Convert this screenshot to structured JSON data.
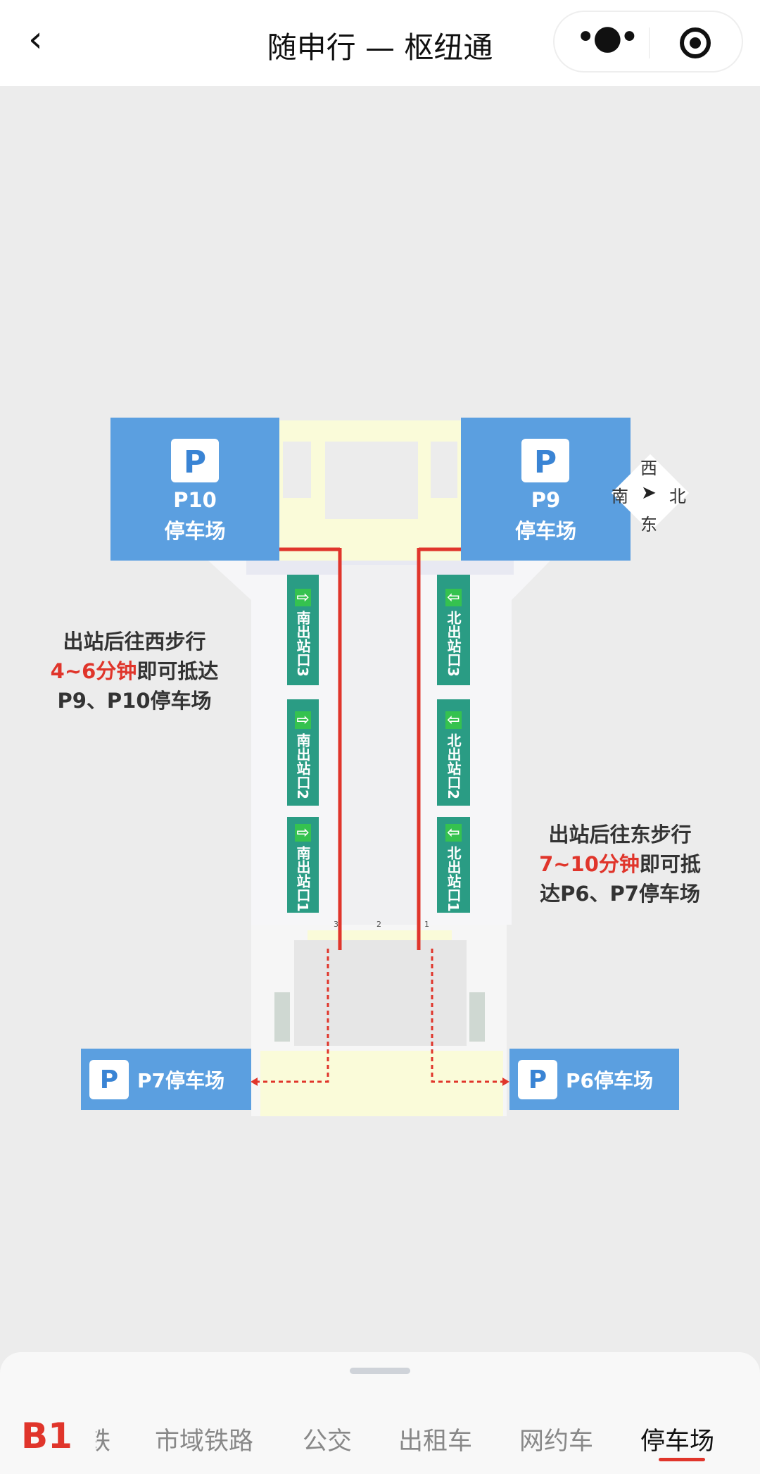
{
  "header": {
    "title": "随申行 — 枢纽通",
    "back_icon": "chevron-left-icon",
    "more_icon": "more-dots-icon",
    "close_icon": "target-icon"
  },
  "map": {
    "parking": {
      "p10": {
        "code": "P10",
        "label": "停车场"
      },
      "p9": {
        "code": "P9",
        "label": "停车场"
      },
      "p7": {
        "label": "P7停车场"
      },
      "p6": {
        "label": "P6停车场"
      },
      "icon_letter": "P"
    },
    "compass": {
      "west": "西",
      "south": "南",
      "north": "北",
      "east": "东"
    },
    "exits": {
      "south": [
        {
          "label": "南出站口3"
        },
        {
          "label": "南出站口2"
        },
        {
          "label": "南出站口1"
        }
      ],
      "north": [
        {
          "label": "北出站口3"
        },
        {
          "label": "北出站口2"
        },
        {
          "label": "北出站口1"
        }
      ]
    },
    "gates": [
      "3",
      "2",
      "1"
    ],
    "notes": {
      "west": {
        "pre": "出站后往西步行",
        "time": "4~6分钟",
        "post": "即可抵达P9、P10停车场"
      },
      "east": {
        "pre": "出站后往东步行",
        "time": "7~10分钟",
        "post": "即可抵达P6、P7停车场"
      }
    },
    "colors": {
      "parking": "#5b9fe0",
      "exit": "#2a9c84",
      "route": "#e0352b"
    }
  },
  "bottom": {
    "floor": "B1",
    "tabs": [
      {
        "label": "铁"
      },
      {
        "label": "市域铁路"
      },
      {
        "label": "公交"
      },
      {
        "label": "出租车"
      },
      {
        "label": "网约车"
      },
      {
        "label": "停车场",
        "active": true
      }
    ]
  }
}
